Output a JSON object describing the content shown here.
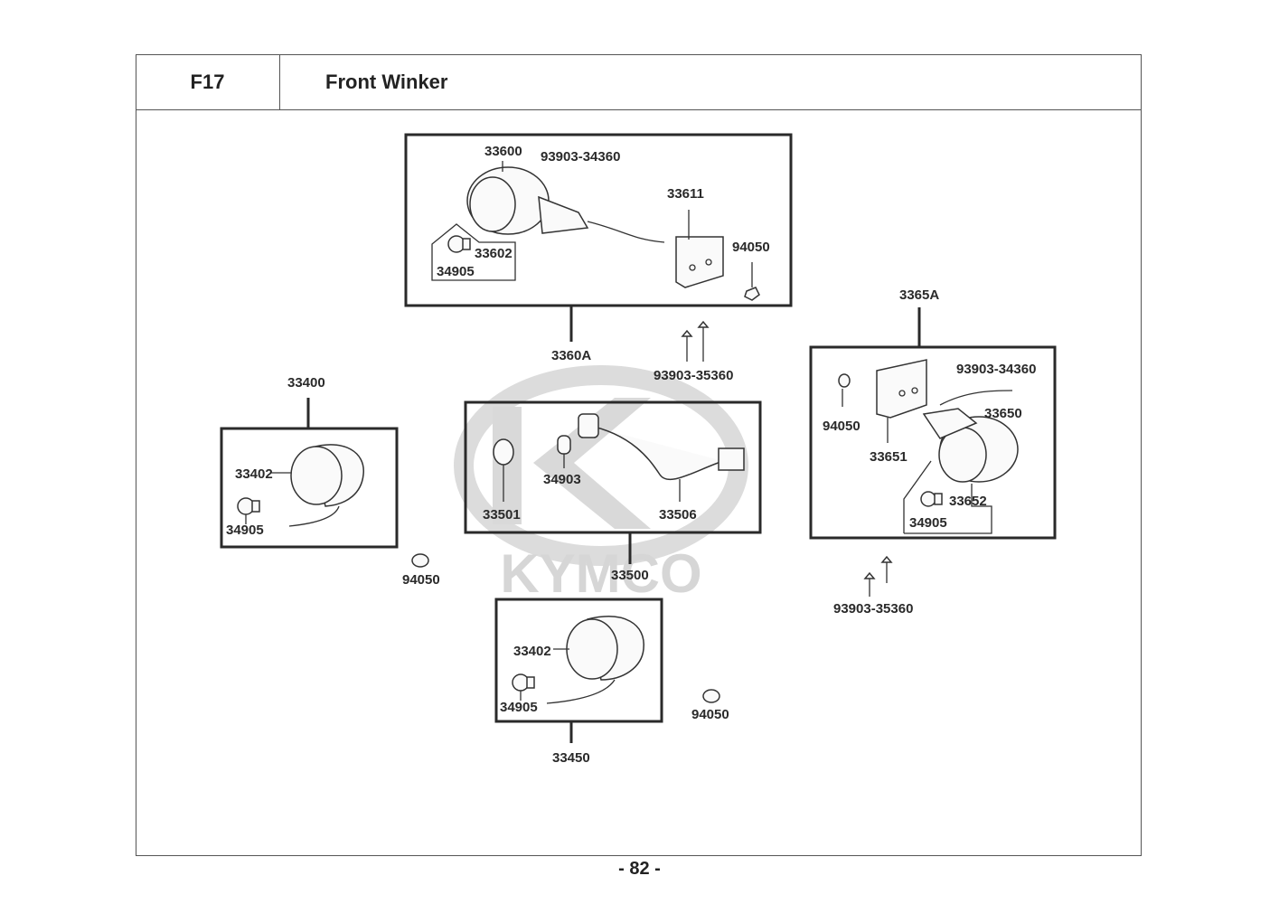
{
  "header": {
    "code": "F17",
    "title": "Front Winker"
  },
  "watermark": "KYMCO",
  "labels": {
    "p33600": "33600",
    "p93903_34360_a": "93903-34360",
    "p33611": "33611",
    "p94050_a": "94050",
    "p33602": "33602",
    "p34905_a": "34905",
    "p3360A": "3360A",
    "p93903_35360_a": "93903-35360",
    "p3365A": "3365A",
    "p93903_34360_b": "93903-34360",
    "p94050_b": "94050",
    "p33650": "33650",
    "p33651": "33651",
    "p33652": "33652",
    "p34905_b": "34905",
    "p93903_35360_b": "93903-35360",
    "p33400": "33400",
    "p33402_a": "33402",
    "p34905_c": "34905",
    "p94050_c": "94050",
    "p34903": "34903",
    "p33501": "33501",
    "p33506": "33506",
    "p33500": "33500",
    "p33402_b": "33402",
    "p34905_d": "34905",
    "p94050_d": "94050",
    "p33450": "33450"
  },
  "page_number": "- 82 -"
}
